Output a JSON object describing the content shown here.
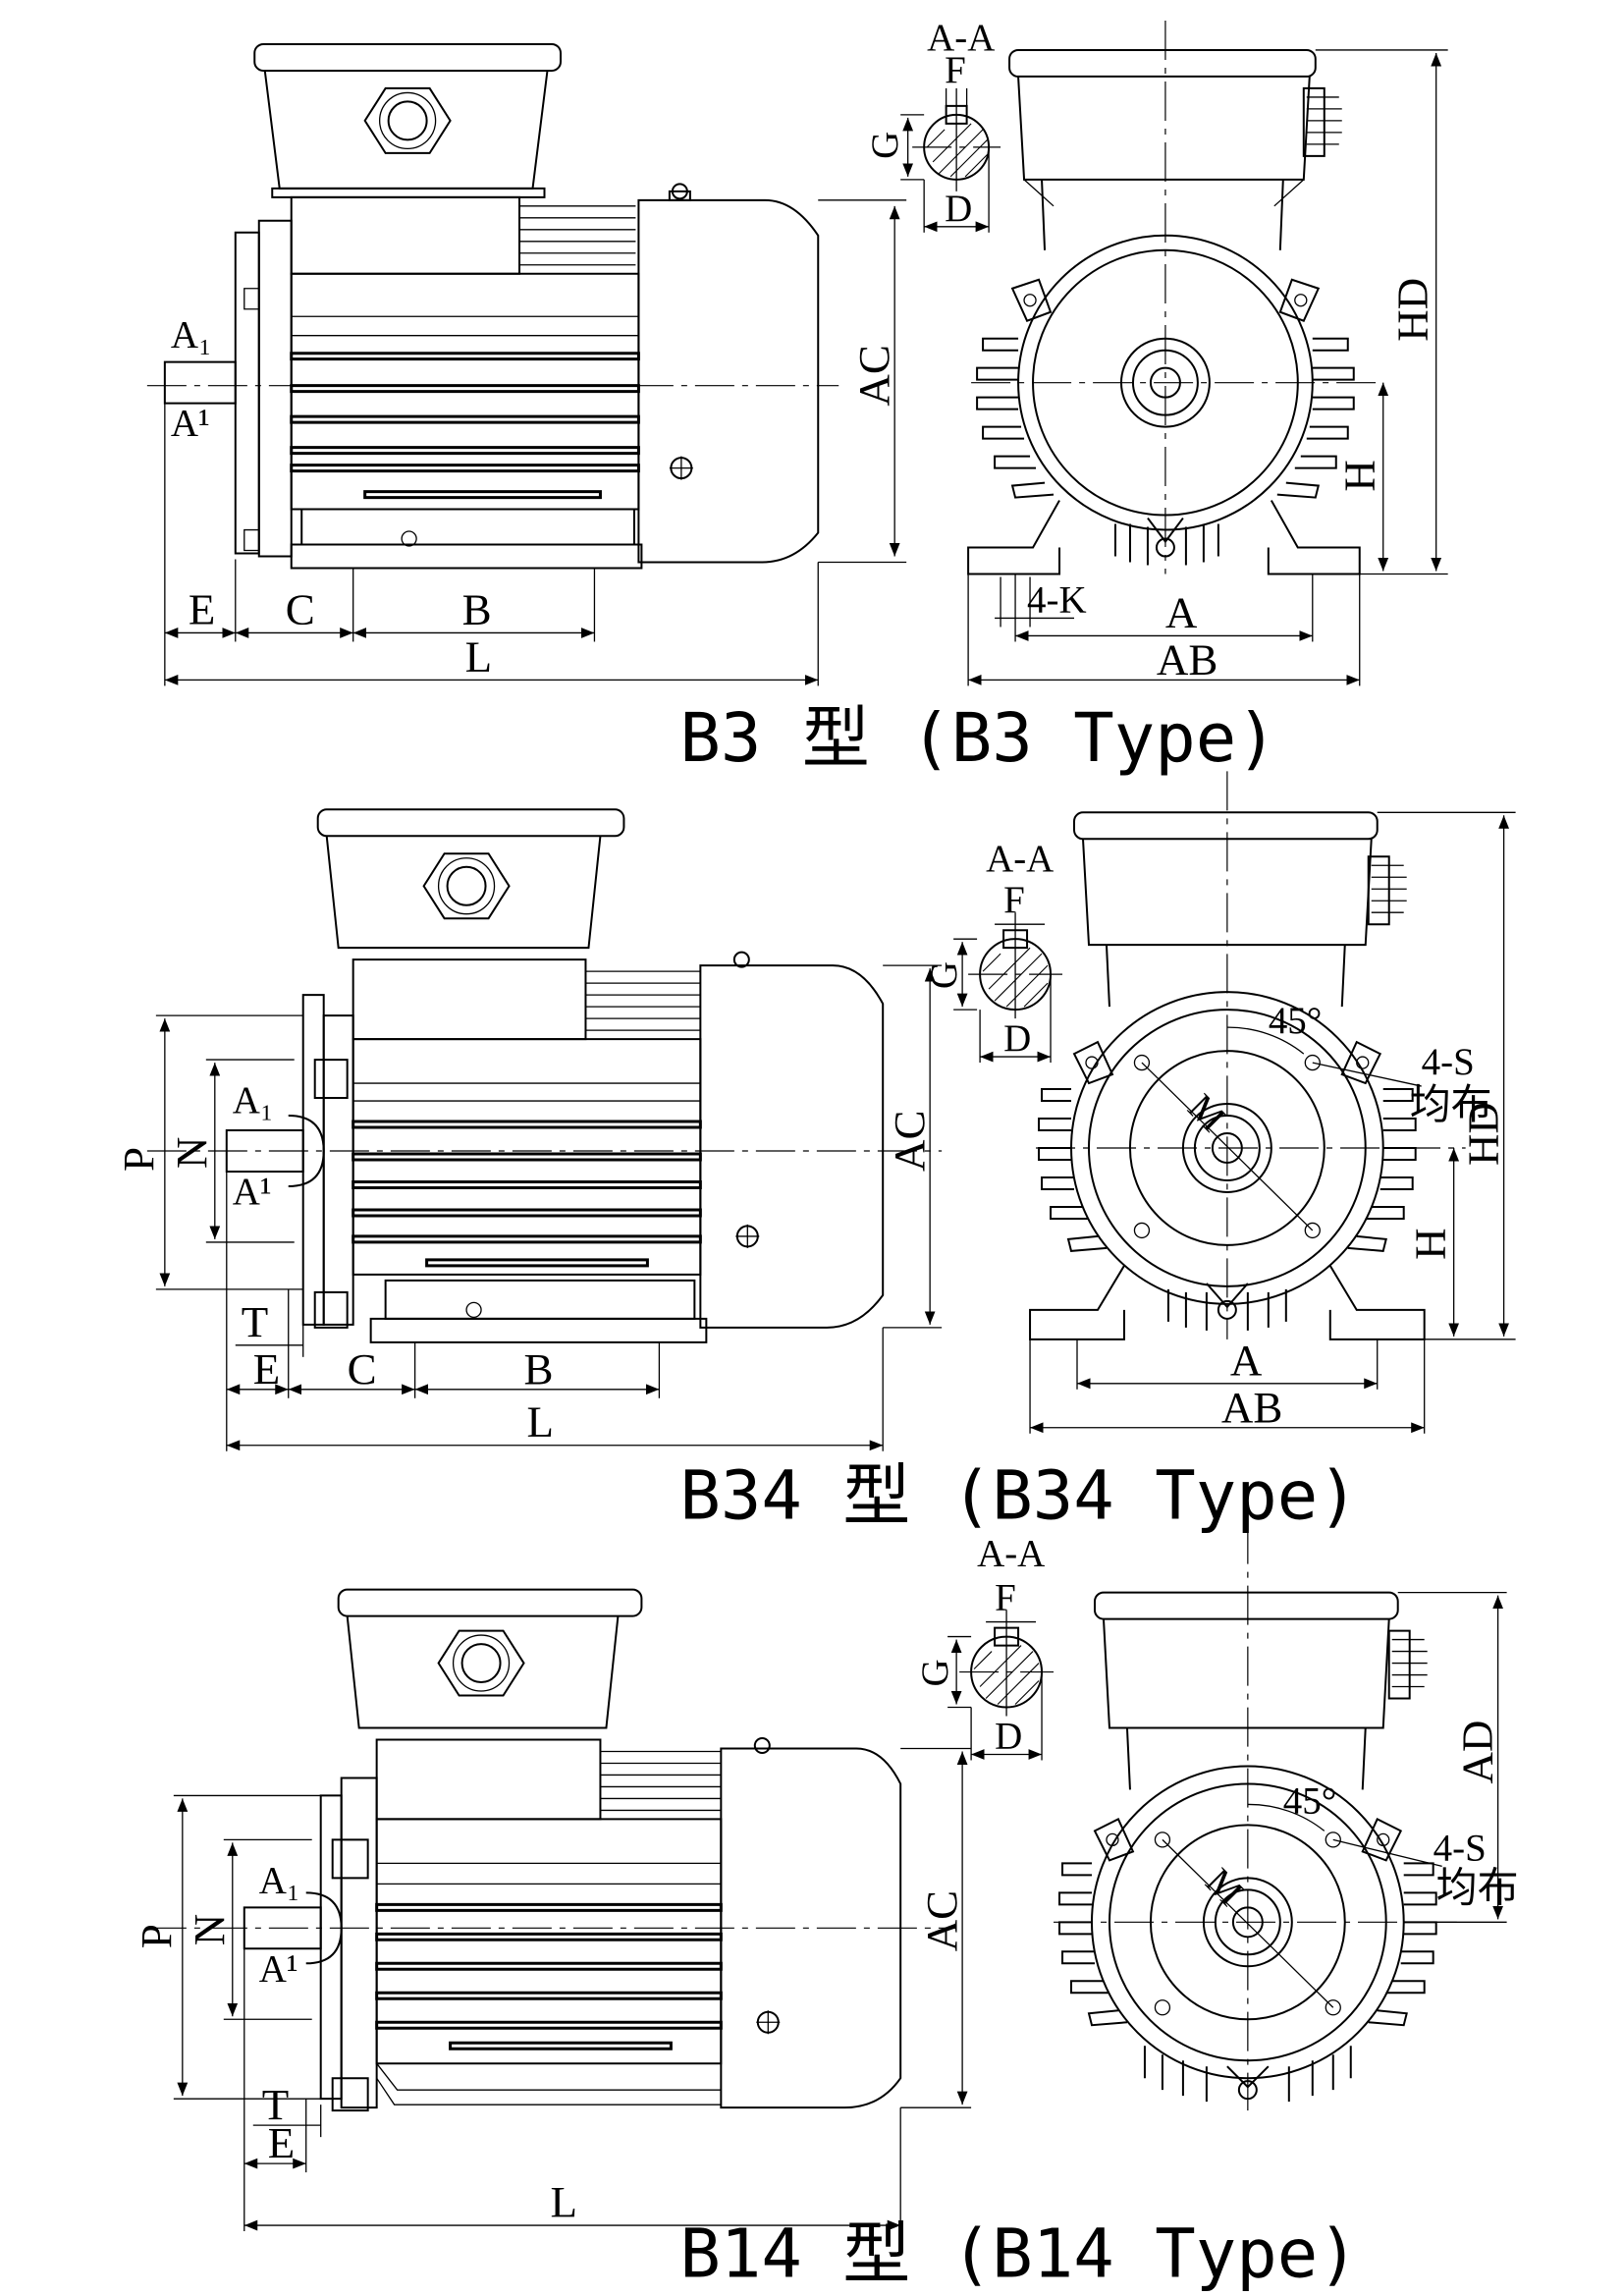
{
  "views": [
    {
      "id": "b3",
      "caption": "B3 型 (B3 Type)",
      "side_labels": {
        "a_upper": "A₁",
        "a_lower": "A¹",
        "ac": "AC",
        "e": "E",
        "c": "C",
        "b": "B",
        "l": "L"
      },
      "front_labels": {
        "section": "A-A",
        "f": "F",
        "g": "G",
        "d": "D",
        "hd": "HD",
        "h": "H",
        "k": "4-K",
        "a": "A",
        "ab": "AB"
      }
    },
    {
      "id": "b34",
      "caption": "B34 型 (B34 Type)",
      "side_labels": {
        "a_upper": "A₁",
        "a_lower": "A¹",
        "ac": "AC",
        "p": "P",
        "n": "N",
        "t": "T",
        "e": "E",
        "c": "C",
        "b": "B",
        "l": "L"
      },
      "front_labels": {
        "section": "A-A",
        "f": "F",
        "g": "G",
        "d": "D",
        "angle": "45°",
        "m": "M",
        "s": "4-S",
        "even": "均布",
        "hd": "HD",
        "h": "H",
        "a": "A",
        "ab": "AB"
      }
    },
    {
      "id": "b14",
      "caption": "B14 型 (B14 Type)",
      "side_labels": {
        "a_upper": "A₁",
        "a_lower": "A¹",
        "ac": "AC",
        "p": "P",
        "n": "N",
        "t": "T",
        "e": "E",
        "l": "L"
      },
      "front_labels": {
        "section": "A-A",
        "f": "F",
        "g": "G",
        "d": "D",
        "angle": "45°",
        "m": "M",
        "s": "4-S",
        "even": "均布",
        "ad": "AD"
      }
    }
  ]
}
